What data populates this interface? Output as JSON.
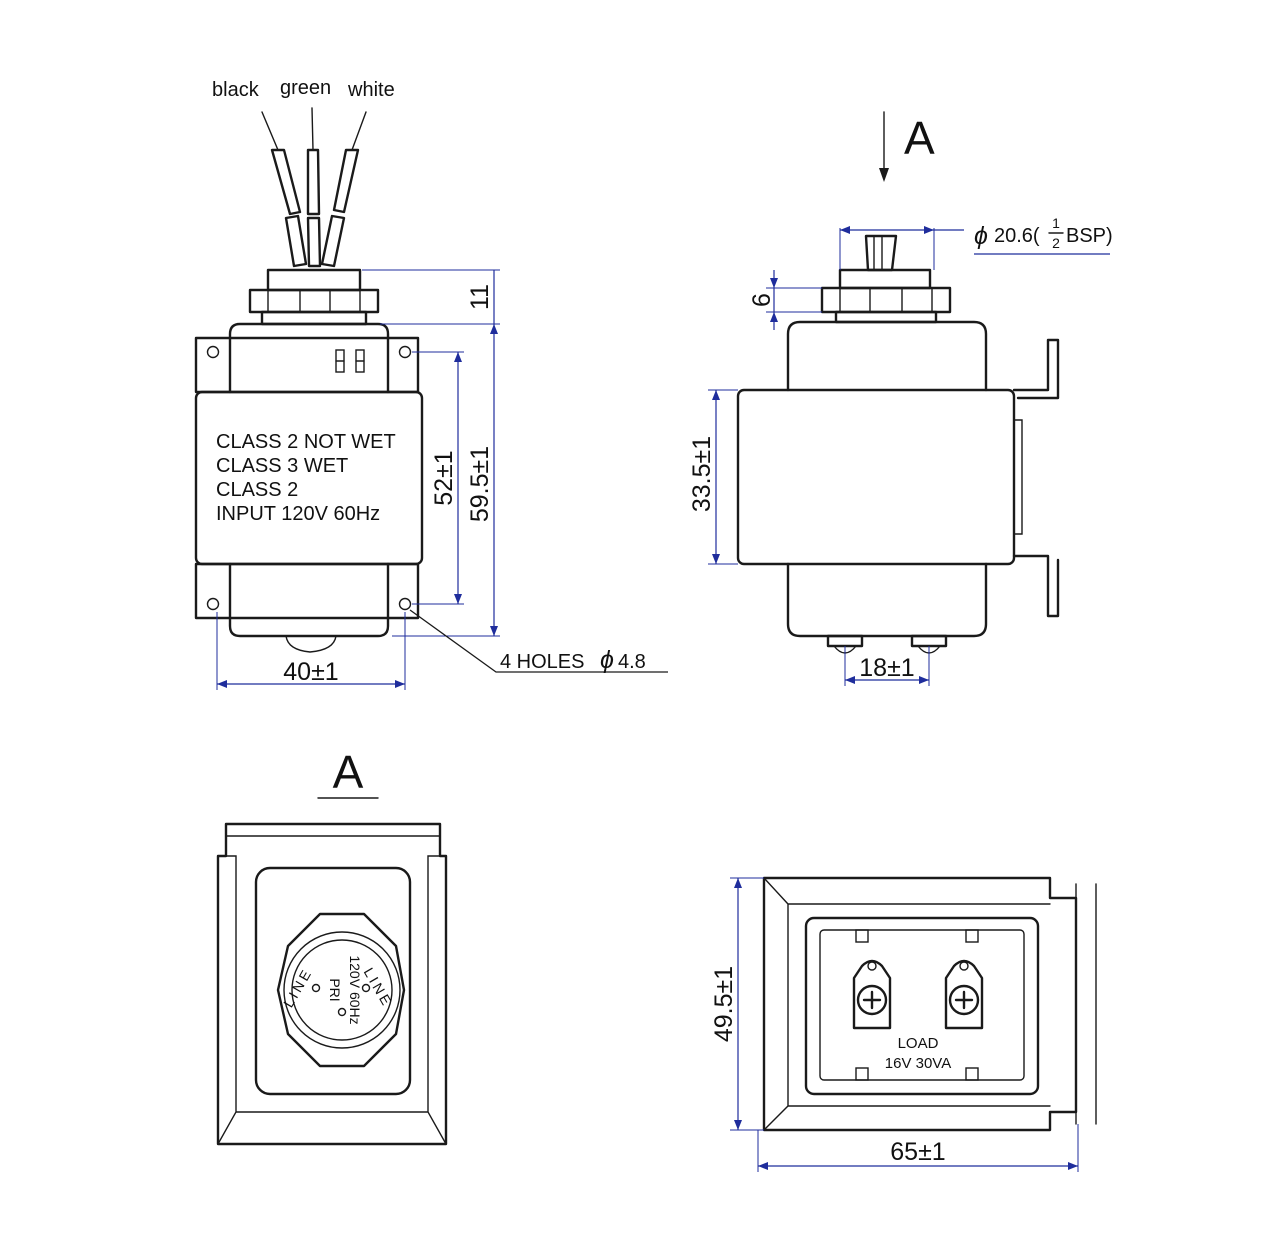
{
  "wire_labels": {
    "black": "black",
    "green": "green",
    "white": "white"
  },
  "front_view": {
    "markings": [
      "CLASS 2 NOT WET",
      "CLASS 3 WET",
      "CLASS 2",
      "INPUT 120V 60Hz"
    ],
    "dim_width": "40±1",
    "dim_hole_spacing": "52±1",
    "dim_height": "59.5±1",
    "dim_nut": "11",
    "holes_note_text": "4 HOLES",
    "holes_note_value": "4.8"
  },
  "side_view": {
    "view_marker": "A",
    "thread_text": "20.6(",
    "thread_fraction": {
      "numerator": "1",
      "denominator": "2"
    },
    "thread_suffix": "BSP)",
    "dim_nut_height": "6",
    "dim_core_height": "33.5±1",
    "dim_terminal_spacing": "18±1"
  },
  "view_a": {
    "title": "A",
    "pri_label": "PRI",
    "rating": "120V 60Hz",
    "line_left": "LINE",
    "line_right": "LINE"
  },
  "bottom_view": {
    "load_label": "LOAD",
    "load_rating": "16V 30VA",
    "dim_height": "49.5±1",
    "dim_width": "65±1"
  },
  "colors": {
    "outline": "#1a1a1a",
    "dimension": "#1f2d9c"
  }
}
